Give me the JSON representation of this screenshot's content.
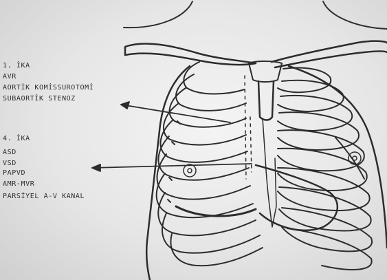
{
  "group_1": {
    "heading": "1. İKA",
    "items": [
      "AVR",
      "AORTİK KOMİSSUROTOMİ",
      "SUBAORTİK STENOZ"
    ]
  },
  "group_4": {
    "heading": "4. İKA",
    "items": [
      "ASD",
      "VSD",
      "PAPVD",
      "AMR-MVR",
      "PARSİYEL A-V KANAL"
    ]
  },
  "colors": {
    "ink": "#2c2c2c",
    "paper": "#ececec"
  }
}
